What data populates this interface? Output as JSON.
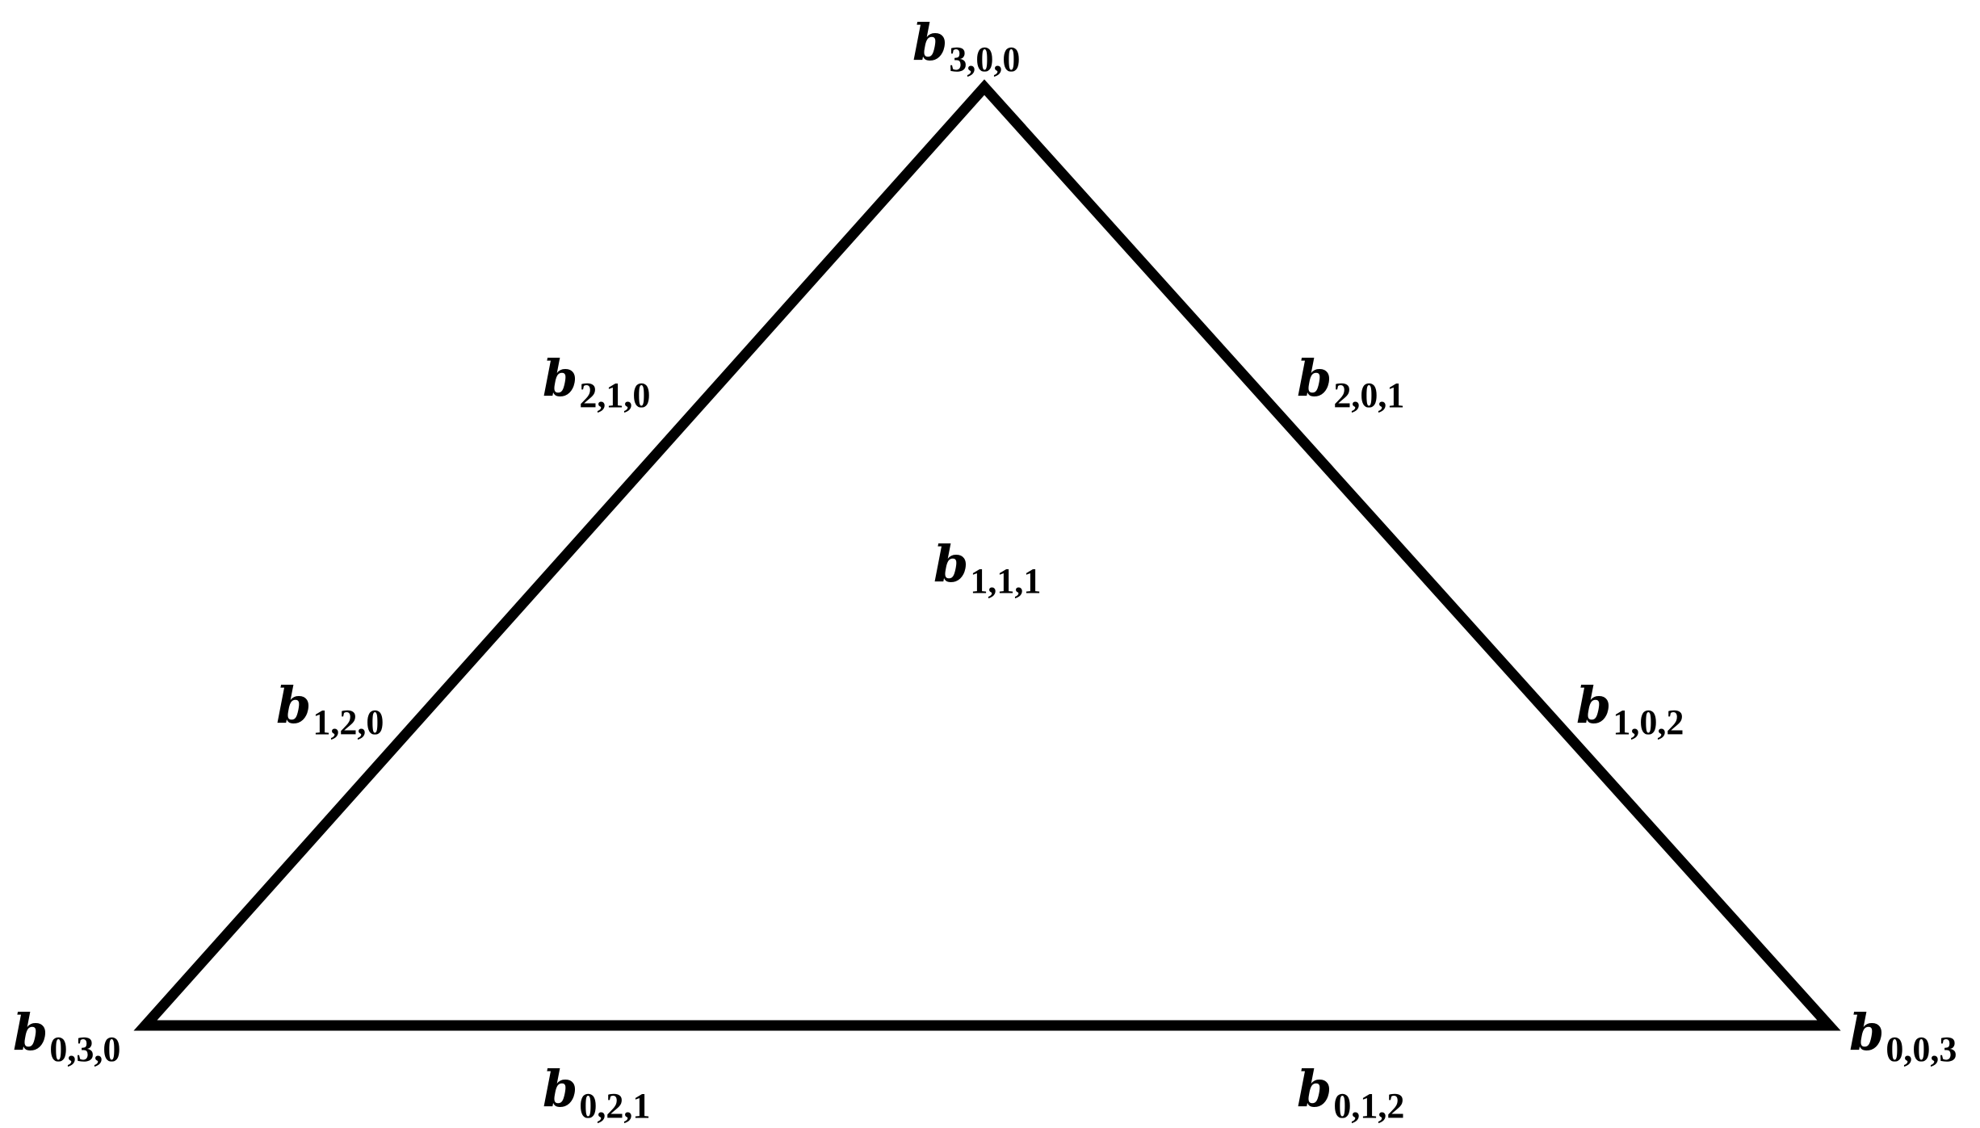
{
  "diagram": {
    "control_points": [
      {
        "id": "b300",
        "base": "b",
        "sub": "3,0,0"
      },
      {
        "id": "b210",
        "base": "b",
        "sub": "2,1,0"
      },
      {
        "id": "b201",
        "base": "b",
        "sub": "2,0,1"
      },
      {
        "id": "b111",
        "base": "b",
        "sub": "1,1,1"
      },
      {
        "id": "b120",
        "base": "b",
        "sub": "1,2,0"
      },
      {
        "id": "b102",
        "base": "b",
        "sub": "1,0,2"
      },
      {
        "id": "b030",
        "base": "b",
        "sub": "0,3,0"
      },
      {
        "id": "b003",
        "base": "b",
        "sub": "0,0,3"
      },
      {
        "id": "b021",
        "base": "b",
        "sub": "0,2,1"
      },
      {
        "id": "b012",
        "base": "b",
        "sub": "0,1,2"
      }
    ],
    "stroke_color": "#000000"
  }
}
